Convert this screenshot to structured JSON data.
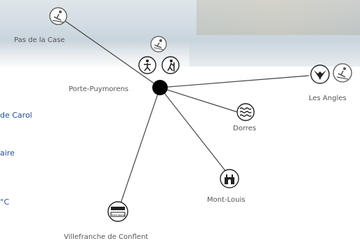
{
  "banner": {
    "icon": "ski-icon"
  },
  "hub": {
    "label": "Porte-Puymorens",
    "icons": [
      "ski-icon",
      "snowshoe-icon",
      "hiking-icon"
    ]
  },
  "destinations": [
    {
      "key": "pas-de-la-case",
      "label": "Pas de la Case",
      "icon": "ski-icon"
    },
    {
      "key": "les-angles",
      "label": "Les Angles",
      "icon": "eagle-icon"
    },
    {
      "key": "dorres",
      "label": "Dorres",
      "icon": "hot-springs-icon"
    },
    {
      "key": "mont-louis",
      "label": "Mont-Louis",
      "icon": "fortress-icon"
    },
    {
      "key": "villefranche",
      "label": "Villefranche de Conflent",
      "icon": "train-jaune-icon",
      "icon_text": "Train jaune"
    }
  ],
  "left_column": [
    "de Carol",
    "aire",
    "°C"
  ],
  "colors": {
    "line": "#444444",
    "hub": "#000000",
    "link": "#1f4f8f",
    "label": "#555555"
  }
}
